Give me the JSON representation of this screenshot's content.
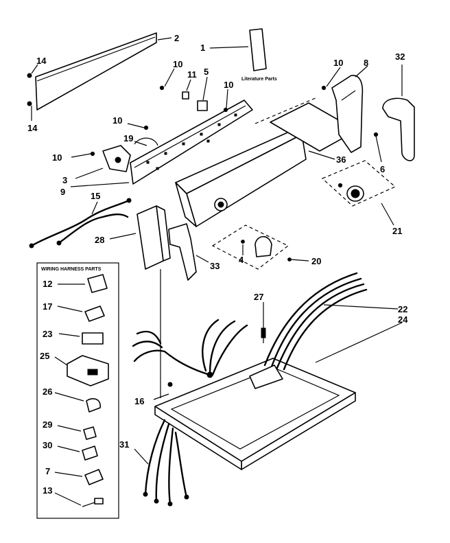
{
  "labels": {
    "literature_parts": "Literature Parts",
    "wiring_harness_parts": "WIRING HARNESS PARTS"
  },
  "callouts": [
    {
      "id": "c2",
      "text": "2"
    },
    {
      "id": "c14a",
      "text": "14"
    },
    {
      "id": "c14b",
      "text": "14"
    },
    {
      "id": "c1",
      "text": "1"
    },
    {
      "id": "c10a",
      "text": "10"
    },
    {
      "id": "c11",
      "text": "11"
    },
    {
      "id": "c5",
      "text": "5"
    },
    {
      "id": "c10b",
      "text": "10"
    },
    {
      "id": "c10c",
      "text": "10"
    },
    {
      "id": "c8",
      "text": "8"
    },
    {
      "id": "c32",
      "text": "32"
    },
    {
      "id": "c10d",
      "text": "10"
    },
    {
      "id": "c19",
      "text": "19"
    },
    {
      "id": "c10e",
      "text": "10"
    },
    {
      "id": "c3",
      "text": "3"
    },
    {
      "id": "c9",
      "text": "9"
    },
    {
      "id": "c36",
      "text": "36"
    },
    {
      "id": "c6",
      "text": "6"
    },
    {
      "id": "c15",
      "text": "15"
    },
    {
      "id": "c21",
      "text": "21"
    },
    {
      "id": "c28",
      "text": "28"
    },
    {
      "id": "c4",
      "text": "4"
    },
    {
      "id": "c20",
      "text": "20"
    },
    {
      "id": "c33",
      "text": "33"
    },
    {
      "id": "c27",
      "text": "27"
    },
    {
      "id": "c22",
      "text": "22"
    },
    {
      "id": "c24",
      "text": "24"
    },
    {
      "id": "c16",
      "text": "16"
    },
    {
      "id": "c31",
      "text": "31"
    },
    {
      "id": "c12",
      "text": "12"
    },
    {
      "id": "c17",
      "text": "17"
    },
    {
      "id": "c23",
      "text": "23"
    },
    {
      "id": "c25",
      "text": "25"
    },
    {
      "id": "c26",
      "text": "26"
    },
    {
      "id": "c29",
      "text": "29"
    },
    {
      "id": "c30",
      "text": "30"
    },
    {
      "id": "c7",
      "text": "7"
    },
    {
      "id": "c13",
      "text": "13"
    }
  ]
}
